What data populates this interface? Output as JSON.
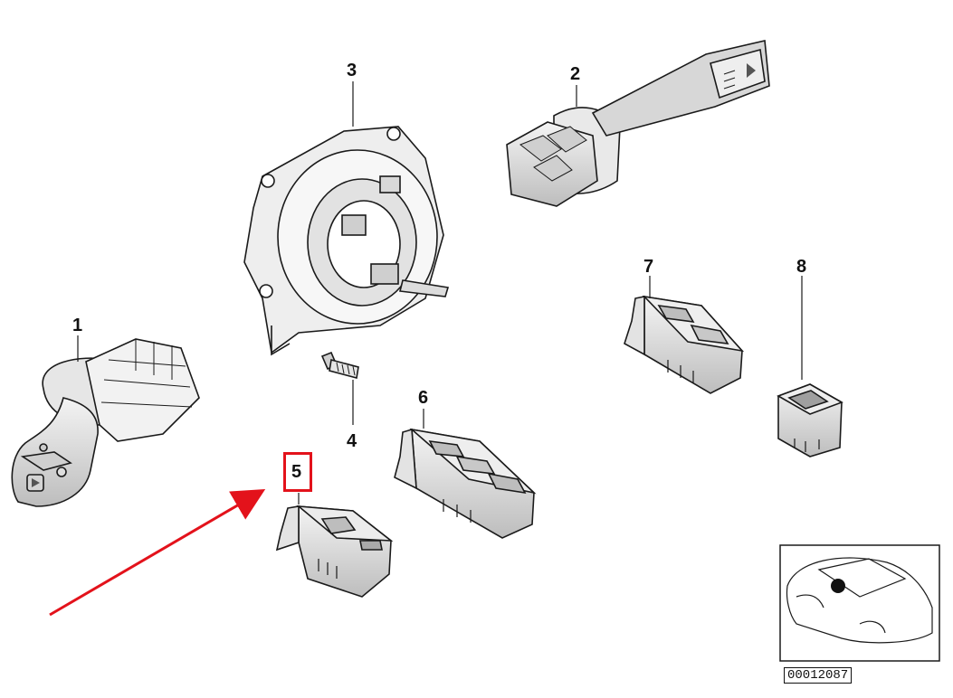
{
  "callouts": {
    "c1": "1",
    "c2": "2",
    "c3": "3",
    "c4": "4",
    "c5": "5",
    "c6": "6",
    "c7": "7",
    "c8": "8"
  },
  "highlight": {
    "color": "#e3121b",
    "target": "5"
  },
  "reference_code": "00012087",
  "colors": {
    "line": "#1a1a1a",
    "shade": "#d9d9d9",
    "dark": "#555555",
    "arrow": "#e3121b"
  }
}
